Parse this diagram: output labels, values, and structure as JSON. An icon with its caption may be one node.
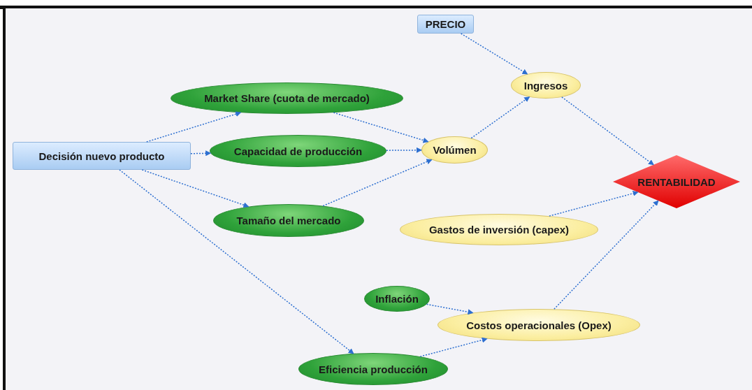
{
  "diagram": {
    "nodes": [
      {
        "text": [
          "Decisión nuevo producto"
        ]
      },
      {
        "text": [
          "Market Share (cuota de mercado)"
        ]
      },
      {
        "text": [
          "Capacidad de producción"
        ]
      },
      {
        "text": [
          "Tamaño del mercado"
        ]
      },
      {
        "text": [
          "Eficiencia producción"
        ]
      },
      {
        "text": [
          "Inflación"
        ]
      },
      {
        "text": [
          "PRECIO"
        ]
      },
      {
        "text": [
          "Ingresos"
        ]
      },
      {
        "text": [
          "Volúmen"
        ]
      },
      {
        "text": [
          "Gastos de inversión (capex)"
        ]
      },
      {
        "text": [
          "Costos operacionales (Opex)"
        ]
      },
      {
        "text": [
          "RENTABILIDAD"
        ]
      }
    ],
    "edges": [
      {
        "from": 0,
        "to": 1,
        "arrow": "to"
      },
      {
        "from": 0,
        "to": 2,
        "arrow": "to"
      },
      {
        "from": 0,
        "to": 3,
        "arrow": "to"
      },
      {
        "from": 0,
        "to": 4,
        "arrow": "to"
      },
      {
        "from": 1,
        "to": 8,
        "arrow": "to"
      },
      {
        "from": 2,
        "to": 8,
        "arrow": "to"
      },
      {
        "from": 3,
        "to": 8,
        "arrow": "to"
      },
      {
        "from": 8,
        "to": 7,
        "arrow": "to"
      },
      {
        "from": 6,
        "to": 7,
        "arrow": "to"
      },
      {
        "from": 7,
        "to": 11,
        "arrow": "to"
      },
      {
        "from": 9,
        "to": 11,
        "arrow": "to"
      },
      {
        "from": 10,
        "to": 11,
        "arrow": "to"
      },
      {
        "from": 5,
        "to": 10,
        "arrow": "to"
      },
      {
        "from": 4,
        "to": 10,
        "arrow": "to"
      }
    ]
  }
}
